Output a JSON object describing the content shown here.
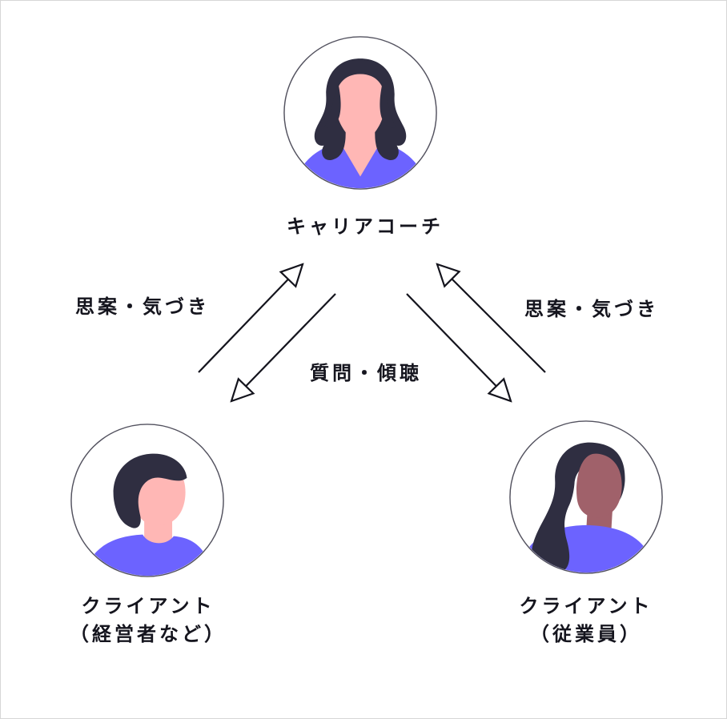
{
  "nodes": {
    "coach": {
      "label": "キャリアコーチ",
      "icon": "woman-long-hair-avatar"
    },
    "client_left": {
      "label": "クライアント",
      "sublabel": "（経営者など）",
      "icon": "man-short-hair-avatar"
    },
    "client_right": {
      "label": "クライアント",
      "sublabel": "（従業員）",
      "icon": "woman-ponytail-avatar"
    }
  },
  "edges": {
    "left": {
      "label": "思案・気づき"
    },
    "right": {
      "label": "思案・気づき"
    },
    "center": {
      "label": "質問・傾聴"
    }
  },
  "colors": {
    "background": "#ffffff",
    "frame_border": "#d6d6d6",
    "text": "#15151e",
    "arrow_line": "#14141d",
    "arrowhead_fill": "#ffffff",
    "avatar_outline": "#53525f",
    "hair_dark": "#2F2E41",
    "skin_light": "#FFB7B5",
    "skin_dark": "#A0616A",
    "shirt_purple": "#6C63FF"
  }
}
